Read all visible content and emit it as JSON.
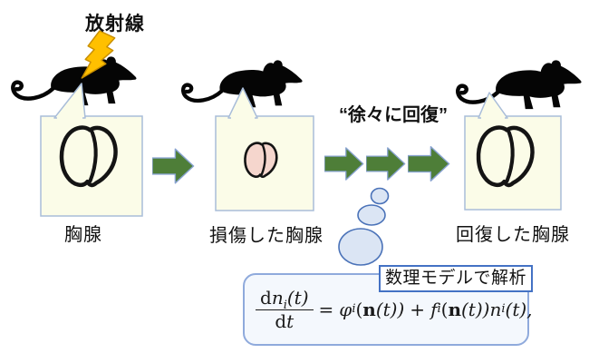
{
  "labels": {
    "radiation": "放射線",
    "recovery": "“徐々に回復”",
    "model": "数理モデルで解析"
  },
  "stages": [
    {
      "caption": "胸腺"
    },
    {
      "caption": "損傷した胸腺"
    },
    {
      "caption": "回復した胸腺"
    }
  ],
  "equation": {
    "num_d": "d",
    "num_var": "n",
    "num_sub": "i",
    "num_args": "(t)",
    "den_d": "d",
    "den_var": "t",
    "equals": "=",
    "term1_fn": "φ",
    "term1_sub": "i",
    "term1_open": "(",
    "term1_vec": "n",
    "term1_rest": "(t))",
    "op": "+",
    "term2_fn": "f",
    "term2_sub": "i",
    "term2_open": "(",
    "term2_vec": "n",
    "term2_rest": "(t))",
    "term2_var": "n",
    "term2_var_sub": "i",
    "term2_args": "(t),"
  },
  "icons": {
    "mouse": "mouse-silhouette",
    "radiation": "lightning-bolt",
    "arrow": "green-right-arrow",
    "thought": "thought-bubble"
  },
  "colors": {
    "arrow_green": "#4e7e38",
    "arrow_border": "#89a3d0",
    "bolt_yellow": "#ffc000",
    "bolt_border": "#c98f00",
    "box_fill": "#fbfce8",
    "box_border": "#a9bdd9",
    "thymus_pink": "#f5d6cd",
    "bubble_fill": "#dbe5f4",
    "bubble_border": "#4a72b8",
    "panel_border": "#8faadc",
    "tag_border": "#4472c4",
    "mouse_black": "#050505"
  }
}
